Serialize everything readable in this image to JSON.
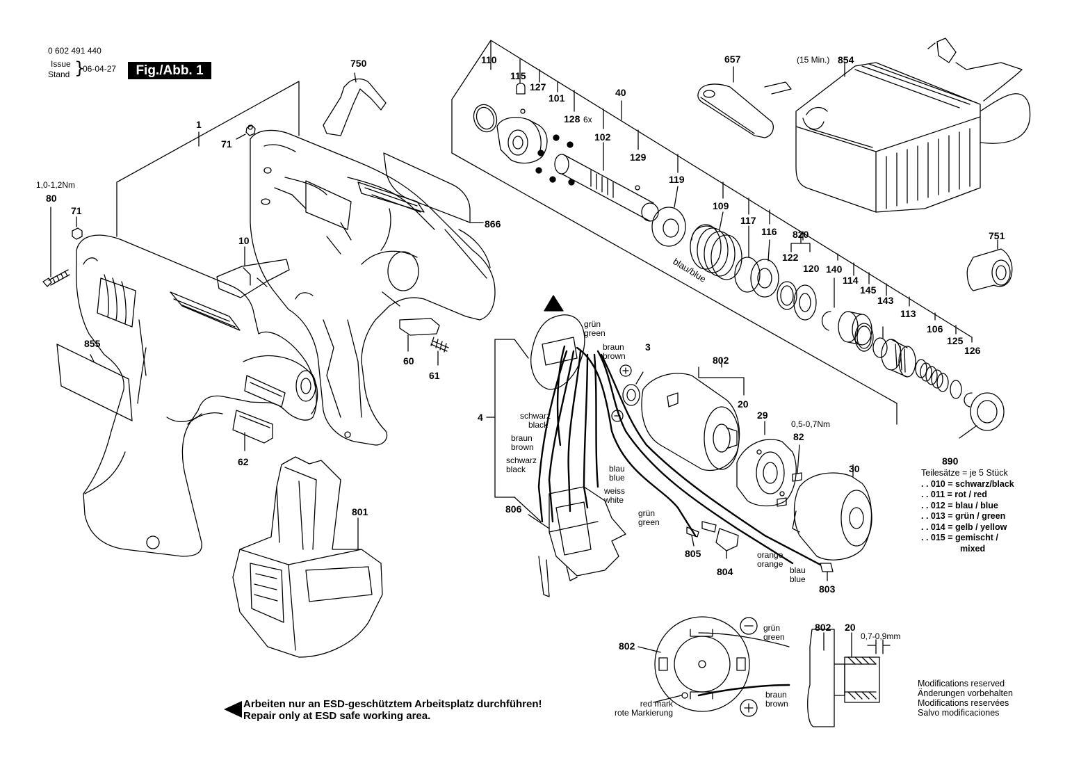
{
  "header": {
    "part_number": "0 602 491 440",
    "issue": "Issue",
    "stand": "Stand",
    "date": "06-04-27",
    "figure": "Fig./Abb. 1"
  },
  "labels": {
    "p1": "1",
    "p3": "3",
    "p4": "4",
    "p10": "10",
    "p20a": "20",
    "p29": "29",
    "p30": "30",
    "p40": "40",
    "p60": "60",
    "p61": "61",
    "p62": "62",
    "p71a": "71",
    "p71b": "71",
    "p80": "80",
    "p80_torque": "1,0-1,2Nm",
    "p82": "82",
    "p82_torque": "0,5-0,7Nm",
    "p101": "101",
    "p102": "102",
    "p106": "106",
    "p109": "109",
    "p110": "110",
    "p113": "113",
    "p114": "114",
    "p115": "115",
    "p116": "116",
    "p117": "117",
    "p119": "119",
    "p120": "120",
    "p122": "122",
    "p125": "125",
    "p126": "126",
    "p127": "127",
    "p128": "128",
    "p128_qty": "6x",
    "p129": "129",
    "p140": "140",
    "p143": "143",
    "p145": "145",
    "p657": "657",
    "p750": "750",
    "p751": "751",
    "p801": "801",
    "p802": "802",
    "p803": "803",
    "p804": "804",
    "p805": "805",
    "p806": "806",
    "p820": "820",
    "p854": "854",
    "p854_note": "(15 Min.)",
    "p855": "855",
    "p866": "866",
    "p890": "890",
    "spring_color": "blau/blue"
  },
  "wires": {
    "gruen_green_top": [
      "grün",
      "green"
    ],
    "braun_brown_top": [
      "braun",
      "brown"
    ],
    "schwarz_black_1": [
      "schwarz",
      "black"
    ],
    "braun_brown_2": [
      "braun",
      "brown"
    ],
    "schwarz_black_3": [
      "schwarz",
      "black"
    ],
    "blau_blue_mid": [
      "blau",
      "blue"
    ],
    "weiss_white": [
      "weiss",
      "white"
    ],
    "gruen_green_low": [
      "grün",
      "green"
    ],
    "orange_orange": [
      "orange",
      "orange"
    ],
    "blau_blue_low": [
      "blau",
      "blue"
    ]
  },
  "detail": {
    "p802a": "802",
    "p802b": "802",
    "p20b": "20",
    "gap": "0,7-0,9mm",
    "gruen_green": [
      "grün",
      "green"
    ],
    "braun_brown": [
      "braun",
      "brown"
    ],
    "red_mark": [
      "red mark",
      "rote Markierung"
    ],
    "minus": "−",
    "plus": "+"
  },
  "part_sets": {
    "title": "Teilesätze = je 5 Stück",
    "items": [
      ". . 010 = schwarz/black",
      ". . 011 = rot / red",
      ". . 012 = blau / blue",
      ". . 013 = grün / green",
      ". . 014 = gelb / yellow",
      ". . 015 = gemischt /"
    ],
    "last_line": "mixed"
  },
  "esd_warning": {
    "de": "Arbeiten nur an ESD-geschütztem Arbeitsplatz durchführen!",
    "en": "Repair only at ESD safe working area."
  },
  "modifications": [
    "Modifications reserved",
    "Änderungen vorbehalten",
    "Modifications reservées",
    "Salvo modificaciones"
  ]
}
